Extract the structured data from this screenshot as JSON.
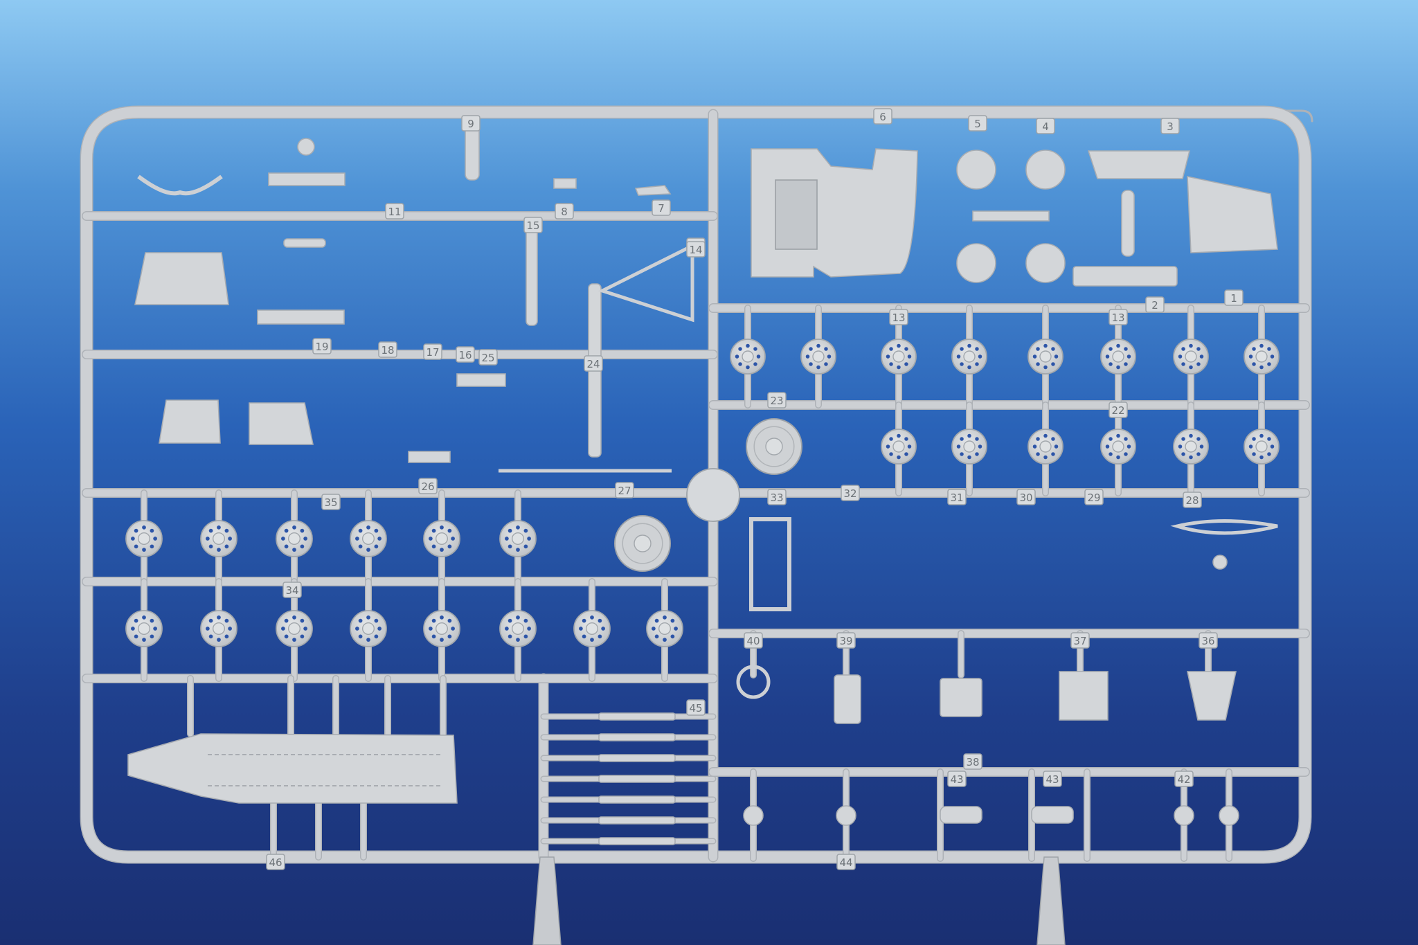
{
  "scene": {
    "background_top": "#8ec9f2",
    "background_bottom": "#1a2f72",
    "plastic_color": "#d3d6d9"
  },
  "frame_label": "",
  "part_numbers": {
    "top_right": [
      "6",
      "5",
      "4",
      "3",
      "1",
      "2"
    ],
    "top_left": [
      "9",
      "8",
      "7",
      "10",
      "11",
      "14",
      "15",
      "19",
      "18",
      "17",
      "16",
      "25",
      "24",
      "26",
      "27"
    ],
    "right_rows": [
      "13",
      "13",
      "23",
      "22",
      "33",
      "32",
      "31",
      "30",
      "29",
      "28"
    ],
    "left_rows": [
      "35",
      "34"
    ],
    "bottom_right": [
      "40",
      "39",
      "37",
      "36",
      "38",
      "43",
      "43",
      "42",
      "44"
    ],
    "bottom_left": [
      "45",
      "46"
    ]
  }
}
